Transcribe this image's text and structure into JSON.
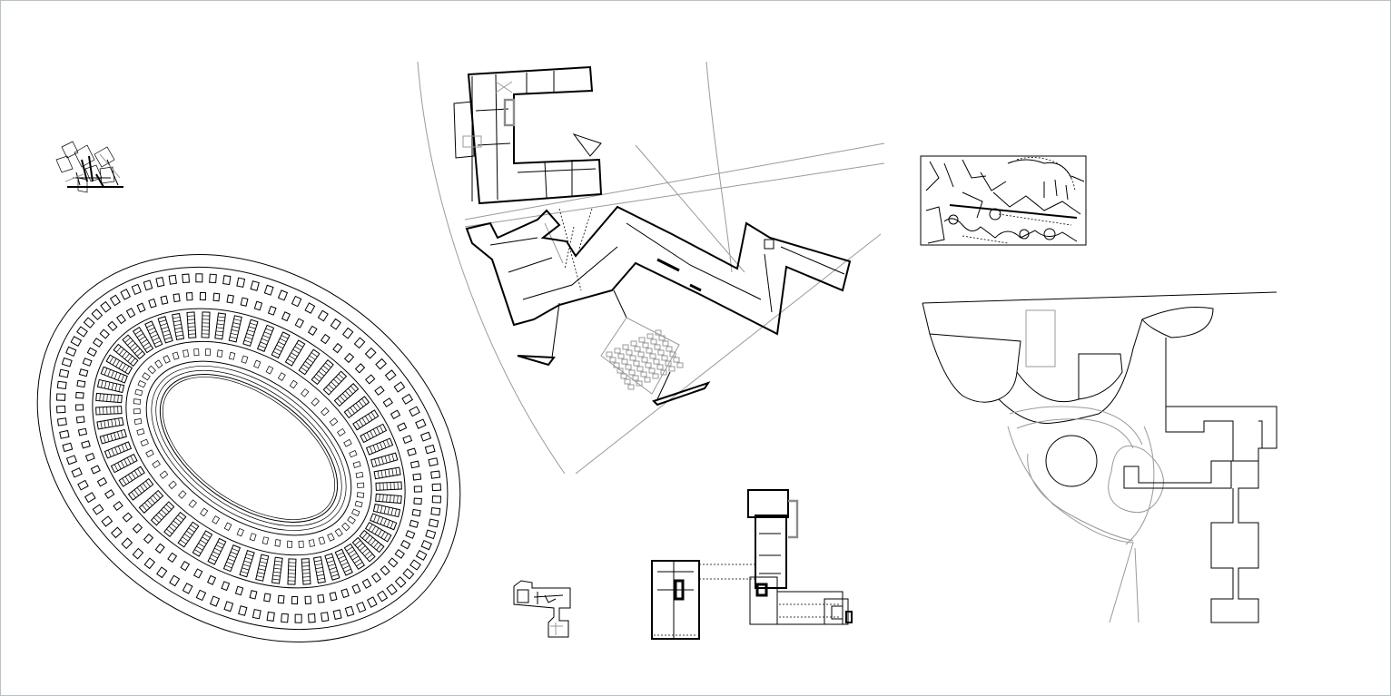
{
  "sheet": {
    "background": "#ffffff",
    "line_color": "#000000",
    "secondary_line_color": "#9a9a9a",
    "border_color": "#b9c2c2"
  },
  "drawings": [
    {
      "name": "small-fragment-plan"
    },
    {
      "name": "oval-arena-plan"
    },
    {
      "name": "zigzag-museum-site-plan"
    },
    {
      "name": "dense-district-plan"
    },
    {
      "name": "branching-building-site-plan"
    },
    {
      "name": "small-building-plan"
    },
    {
      "name": "t-shaped-building-plan"
    }
  ]
}
